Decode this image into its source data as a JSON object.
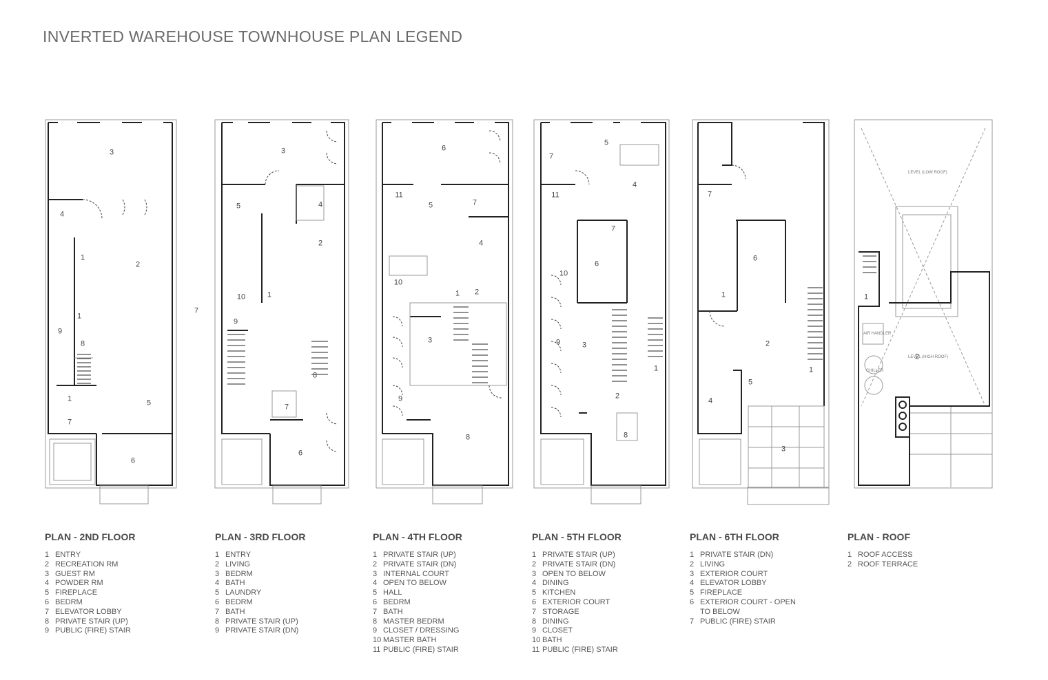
{
  "title": "INVERTED WAREHOUSE TOWNHOUSE PLAN LEGEND",
  "stray_label": "7",
  "plans": [
    {
      "heading": "PLAN - 2ND FLOOR",
      "items": [
        {
          "n": "1",
          "label": "ENTRY"
        },
        {
          "n": "2",
          "label": "RECREATION RM"
        },
        {
          "n": "3",
          "label": "GUEST RM"
        },
        {
          "n": "4",
          "label": "POWDER RM"
        },
        {
          "n": "5",
          "label": "FIREPLACE"
        },
        {
          "n": "6",
          "label": "BEDRM"
        },
        {
          "n": "7",
          "label": "ELEVATOR LOBBY"
        },
        {
          "n": "8",
          "label": "PRIVATE STAIR (UP)"
        },
        {
          "n": "9",
          "label": "PUBLIC (FIRE) STAIR"
        }
      ],
      "markers": [
        "3",
        "4",
        "1",
        "2",
        "1",
        "9",
        "8",
        "1",
        "5",
        "7",
        "6"
      ]
    },
    {
      "heading": "PLAN - 3RD FLOOR",
      "items": [
        {
          "n": "1",
          "label": "ENTRY"
        },
        {
          "n": "2",
          "label": "LIVING"
        },
        {
          "n": "3",
          "label": "BEDRM"
        },
        {
          "n": "4",
          "label": "BATH"
        },
        {
          "n": "5",
          "label": "LAUNDRY"
        },
        {
          "n": "6",
          "label": "BEDRM"
        },
        {
          "n": "7",
          "label": "BATH"
        },
        {
          "n": "8",
          "label": "PRIVATE STAIR (UP)"
        },
        {
          "n": "9",
          "label": "PRIVATE STAIR (DN)"
        }
      ],
      "markers": [
        "3",
        "5",
        "4",
        "2",
        "10",
        "1",
        "9",
        "8",
        "7",
        "6"
      ]
    },
    {
      "heading": "PLAN - 4TH FLOOR",
      "items": [
        {
          "n": "1",
          "label": "PRIVATE STAIR (UP)"
        },
        {
          "n": "2",
          "label": "PRIVATE STAIR (DN)"
        },
        {
          "n": "3",
          "label": "INTERNAL COURT"
        },
        {
          "n": "4",
          "label": "OPEN TO BELOW"
        },
        {
          "n": "5",
          "label": "HALL"
        },
        {
          "n": "6",
          "label": "BEDRM"
        },
        {
          "n": "7",
          "label": "BATH"
        },
        {
          "n": "8",
          "label": "MASTER BEDRM"
        },
        {
          "n": "9",
          "label": "CLOSET / DRESSING"
        },
        {
          "n": "10",
          "label": "MASTER BATH"
        },
        {
          "n": "11",
          "label": "PUBLIC (FIRE) STAIR"
        }
      ],
      "markers": [
        "6",
        "11",
        "5",
        "7",
        "4",
        "10",
        "1",
        "2",
        "3",
        "9",
        "8"
      ]
    },
    {
      "heading": "PLAN - 5TH FLOOR",
      "items": [
        {
          "n": "1",
          "label": "PRIVATE STAIR (UP)"
        },
        {
          "n": "2",
          "label": "PRIVATE STAIR (DN)"
        },
        {
          "n": "3",
          "label": "OPEN TO BELOW"
        },
        {
          "n": "4",
          "label": "DINING"
        },
        {
          "n": "5",
          "label": "KITCHEN"
        },
        {
          "n": "6",
          "label": "EXTERIOR COURT"
        },
        {
          "n": "7",
          "label": "STORAGE"
        },
        {
          "n": "8",
          "label": "DINING"
        },
        {
          "n": "9",
          "label": "CLOSET"
        },
        {
          "n": "10",
          "label": "BATH"
        },
        {
          "n": "11",
          "label": "PUBLIC (FIRE) STAIR"
        }
      ],
      "markers": [
        "5",
        "7",
        "4",
        "11",
        "7",
        "6",
        "10",
        "9",
        "3",
        "1",
        "2",
        "8"
      ]
    },
    {
      "heading": "PLAN - 6TH FLOOR",
      "items": [
        {
          "n": "1",
          "label": "PRIVATE STAIR (DN)"
        },
        {
          "n": "2",
          "label": "LIVING"
        },
        {
          "n": "3",
          "label": "EXTERIOR COURT"
        },
        {
          "n": "4",
          "label": "ELEVATOR LOBBY"
        },
        {
          "n": "5",
          "label": "FIREPLACE"
        },
        {
          "n": "6",
          "label": "EXTERIOR COURT - OPEN",
          "cont": "TO BELOW"
        },
        {
          "n": "7",
          "label": "PUBLIC (FIRE) STAIR"
        }
      ],
      "markers": [
        "7",
        "6",
        "1",
        "2",
        "1",
        "5",
        "4",
        "3"
      ]
    },
    {
      "heading": "PLAN - ROOF",
      "items": [
        {
          "n": "1",
          "label": "ROOF ACCESS"
        },
        {
          "n": "2",
          "label": "ROOF TERRACE"
        }
      ],
      "markers": [
        "1",
        "2"
      ],
      "notes": [
        "LEVEL (LOW ROOF)",
        "LEVEL (HIGH ROOF)",
        "AIR HANDLER",
        "CHILLER"
      ]
    }
  ]
}
